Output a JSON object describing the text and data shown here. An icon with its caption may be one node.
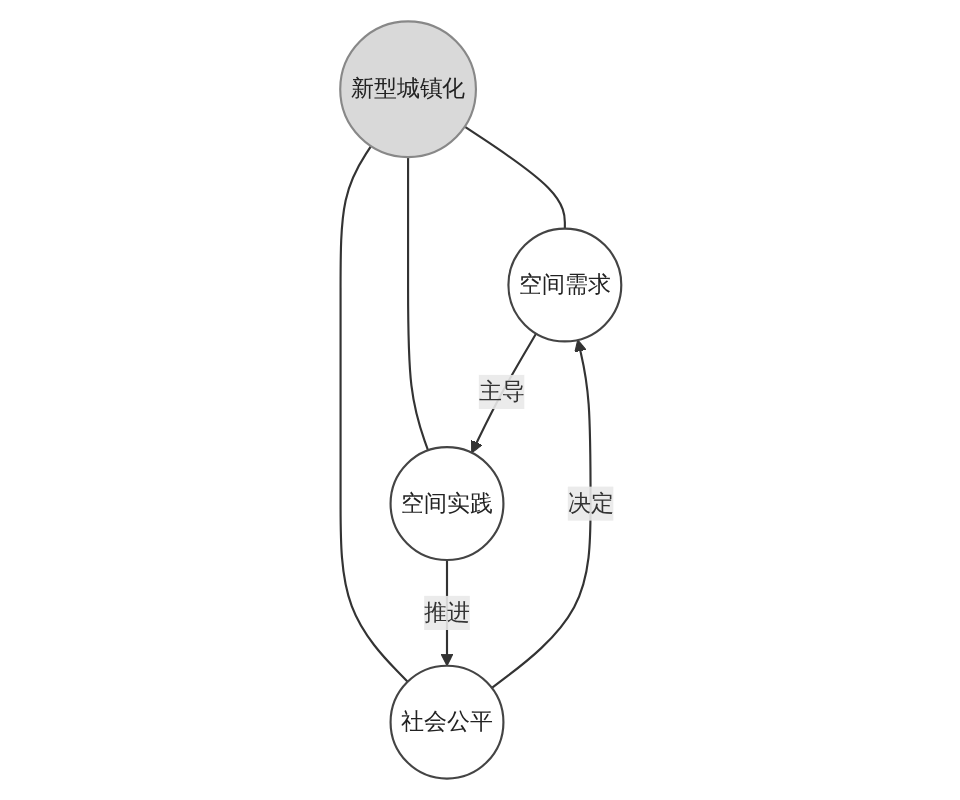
{
  "diagram": {
    "nodes": [
      {
        "text": [
          "空间需求"
        ]
      },
      {
        "text": [
          "新型城镇化"
        ]
      },
      {
        "text": [
          "空间实践"
        ]
      },
      {
        "text": [
          "社会公平"
        ]
      }
    ],
    "edges": [
      {
        "from": 1,
        "to": 0,
        "arrow": "none"
      },
      {
        "from": 1,
        "to": 2,
        "arrow": "none"
      },
      {
        "from": 1,
        "to": 3,
        "arrow": "none"
      },
      {
        "from": 0,
        "to": 2,
        "arrow": "to",
        "label": "主导"
      },
      {
        "from": 2,
        "to": 3,
        "arrow": "to",
        "label": "推进"
      },
      {
        "from": 3,
        "to": 0,
        "arrow": "to",
        "label": "决定"
      }
    ]
  }
}
